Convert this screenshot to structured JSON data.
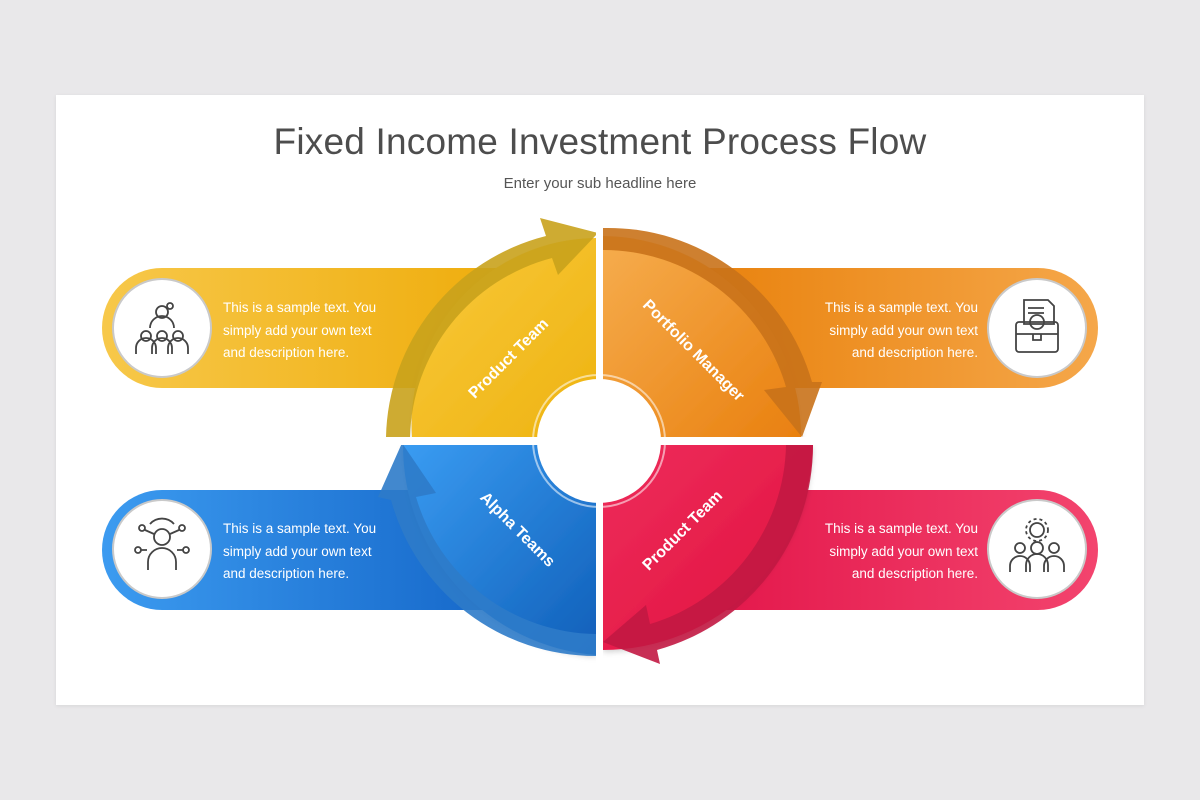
{
  "slide": {
    "title": "Fixed Income Investment Process Flow",
    "subtitle": "Enter your sub headline here"
  },
  "segments": [
    {
      "label": "Product Team",
      "color": "#f2b41c",
      "icon": "team-gear-icon",
      "description": "This is a sample text. You simply add your own text and description here."
    },
    {
      "label": "Portfolio Manager",
      "color": "#f08a17",
      "icon": "briefcase-document-icon",
      "description": "This is a sample text. You simply add your own text and description here."
    },
    {
      "label": "Alpha Teams",
      "color": "#1e7fd9",
      "icon": "person-network-icon",
      "description": "This is a sample text. You simply add your own text and description here."
    },
    {
      "label": "Product Team",
      "color": "#e8264f",
      "icon": "group-gear-icon",
      "description": "This is a sample text. You simply add your own text and description here."
    }
  ]
}
